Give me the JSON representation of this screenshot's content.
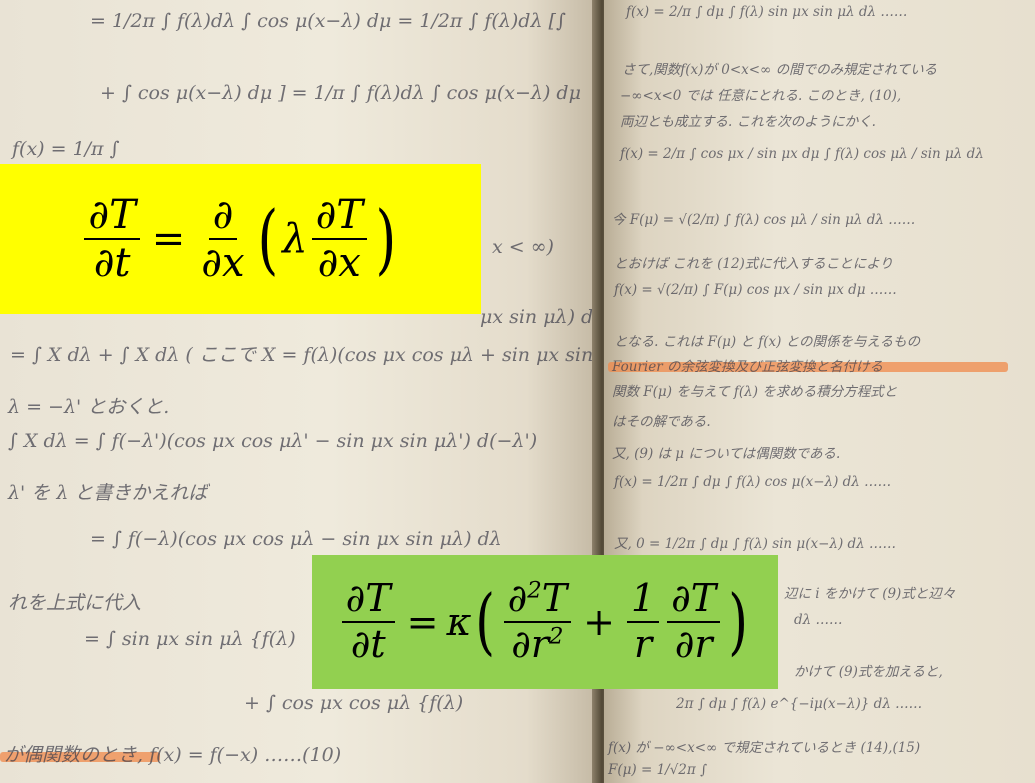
{
  "formulas": {
    "heat_1d": {
      "lhs_num": "∂T",
      "lhs_den": "∂t",
      "equals": "=",
      "op_num": "∂",
      "op_den": "∂x",
      "lambda": "λ",
      "inner_num": "∂T",
      "inner_den": "∂x",
      "open": "(",
      "close": ")",
      "background": "#ffff00"
    },
    "heat_radial": {
      "lhs_num": "∂T",
      "lhs_den": "∂t",
      "equals": "=",
      "kappa": "κ",
      "t1_num_base": "∂",
      "t1_num_sup": "2",
      "t1_num_tail": "T",
      "t1_den_base": "∂r",
      "t1_den_sup": "2",
      "plus": "+",
      "t2_num": "1",
      "t2_den": "r",
      "t3_num": "∂T",
      "t3_den": "∂r",
      "open": "(",
      "close": ")",
      "background": "#92d050"
    }
  },
  "book": {
    "left_lines": [
      "= 1/2π ∫ f(λ)dλ ∫ cos μ(x−λ) dμ = 1/2π ∫ f(λ)dλ [∫",
      "+ ∫ cos μ(x−λ) dμ ] = 1/π ∫ f(λ)dλ ∫ cos μ(x−λ) dμ",
      "f(x) = 1/π ∫",
      "x < ∞)",
      "μx sin μλ) dλ",
      "= ∫ X dλ + ∫ X dλ   ( ここで X = f(λ)(cos μx cos μλ + sin μx sin μλ) )",
      "λ = −λ' とおくと.",
      "∫ X dλ = ∫ f(−λ')(cos μx cos μλ' − sin μx sin μλ') d(−λ')",
      "λ' を λ と書きかえれば",
      "= ∫ f(−λ)(cos μx cos μλ − sin μx sin μλ) dλ",
      "れを上式に代入",
      "= ∫ sin μx sin μλ {f(λ)",
      "+ ∫ cos μx cos μλ {f(λ)",
      "が偶関数のとき, f(x) = f(−x)   ……(10)"
    ],
    "right_lines": [
      "f(x) = 2/π ∫ dμ ∫ f(λ) sin μx sin μλ dλ ……",
      "さて,関数f(x)が 0<x<∞ の間でのみ規定されている",
      "−∞<x<0 では 任意にとれる. このとき, (10),",
      "両辺とも成立する. これを次のようにかく.",
      "f(x) = 2/π ∫ cos μx / sin μx dμ ∫ f(λ) cos μλ / sin μλ dλ",
      "今 F(μ) = √(2/π) ∫ f(λ) cos μλ / sin μλ dλ ……",
      "とおけば これを (12)式に代入することにより",
      "f(x) = √(2/π) ∫ F(μ) cos μx / sin μx dμ ……",
      "となる. これは F(μ) と f(x) との関係を与えるもの",
      "Fourier の余弦変換及び正弦変換と名付ける",
      "関数 F(μ) を与えて f(λ) を求める積分方程式と",
      "はその解である.",
      "又, (9) は μ については偶関数である.",
      "f(x) = 1/2π ∫ dμ ∫ f(λ) cos μ(x−λ) dλ ……",
      "又, 0 = 1/2π ∫ dμ ∫ f(λ) sin μ(x−λ) dλ ……",
      "辺に i をかけて (9)式と辺々",
      "dλ ……",
      "かけて (9)式を加えると,",
      "2π ∫ dμ ∫ f(λ) e^{−iμ(x−λ)} dλ ……",
      "f(x) が −∞<x<∞ で規定されているとき (14),(15)",
      "F(μ) = 1/√2π ∫"
    ]
  }
}
